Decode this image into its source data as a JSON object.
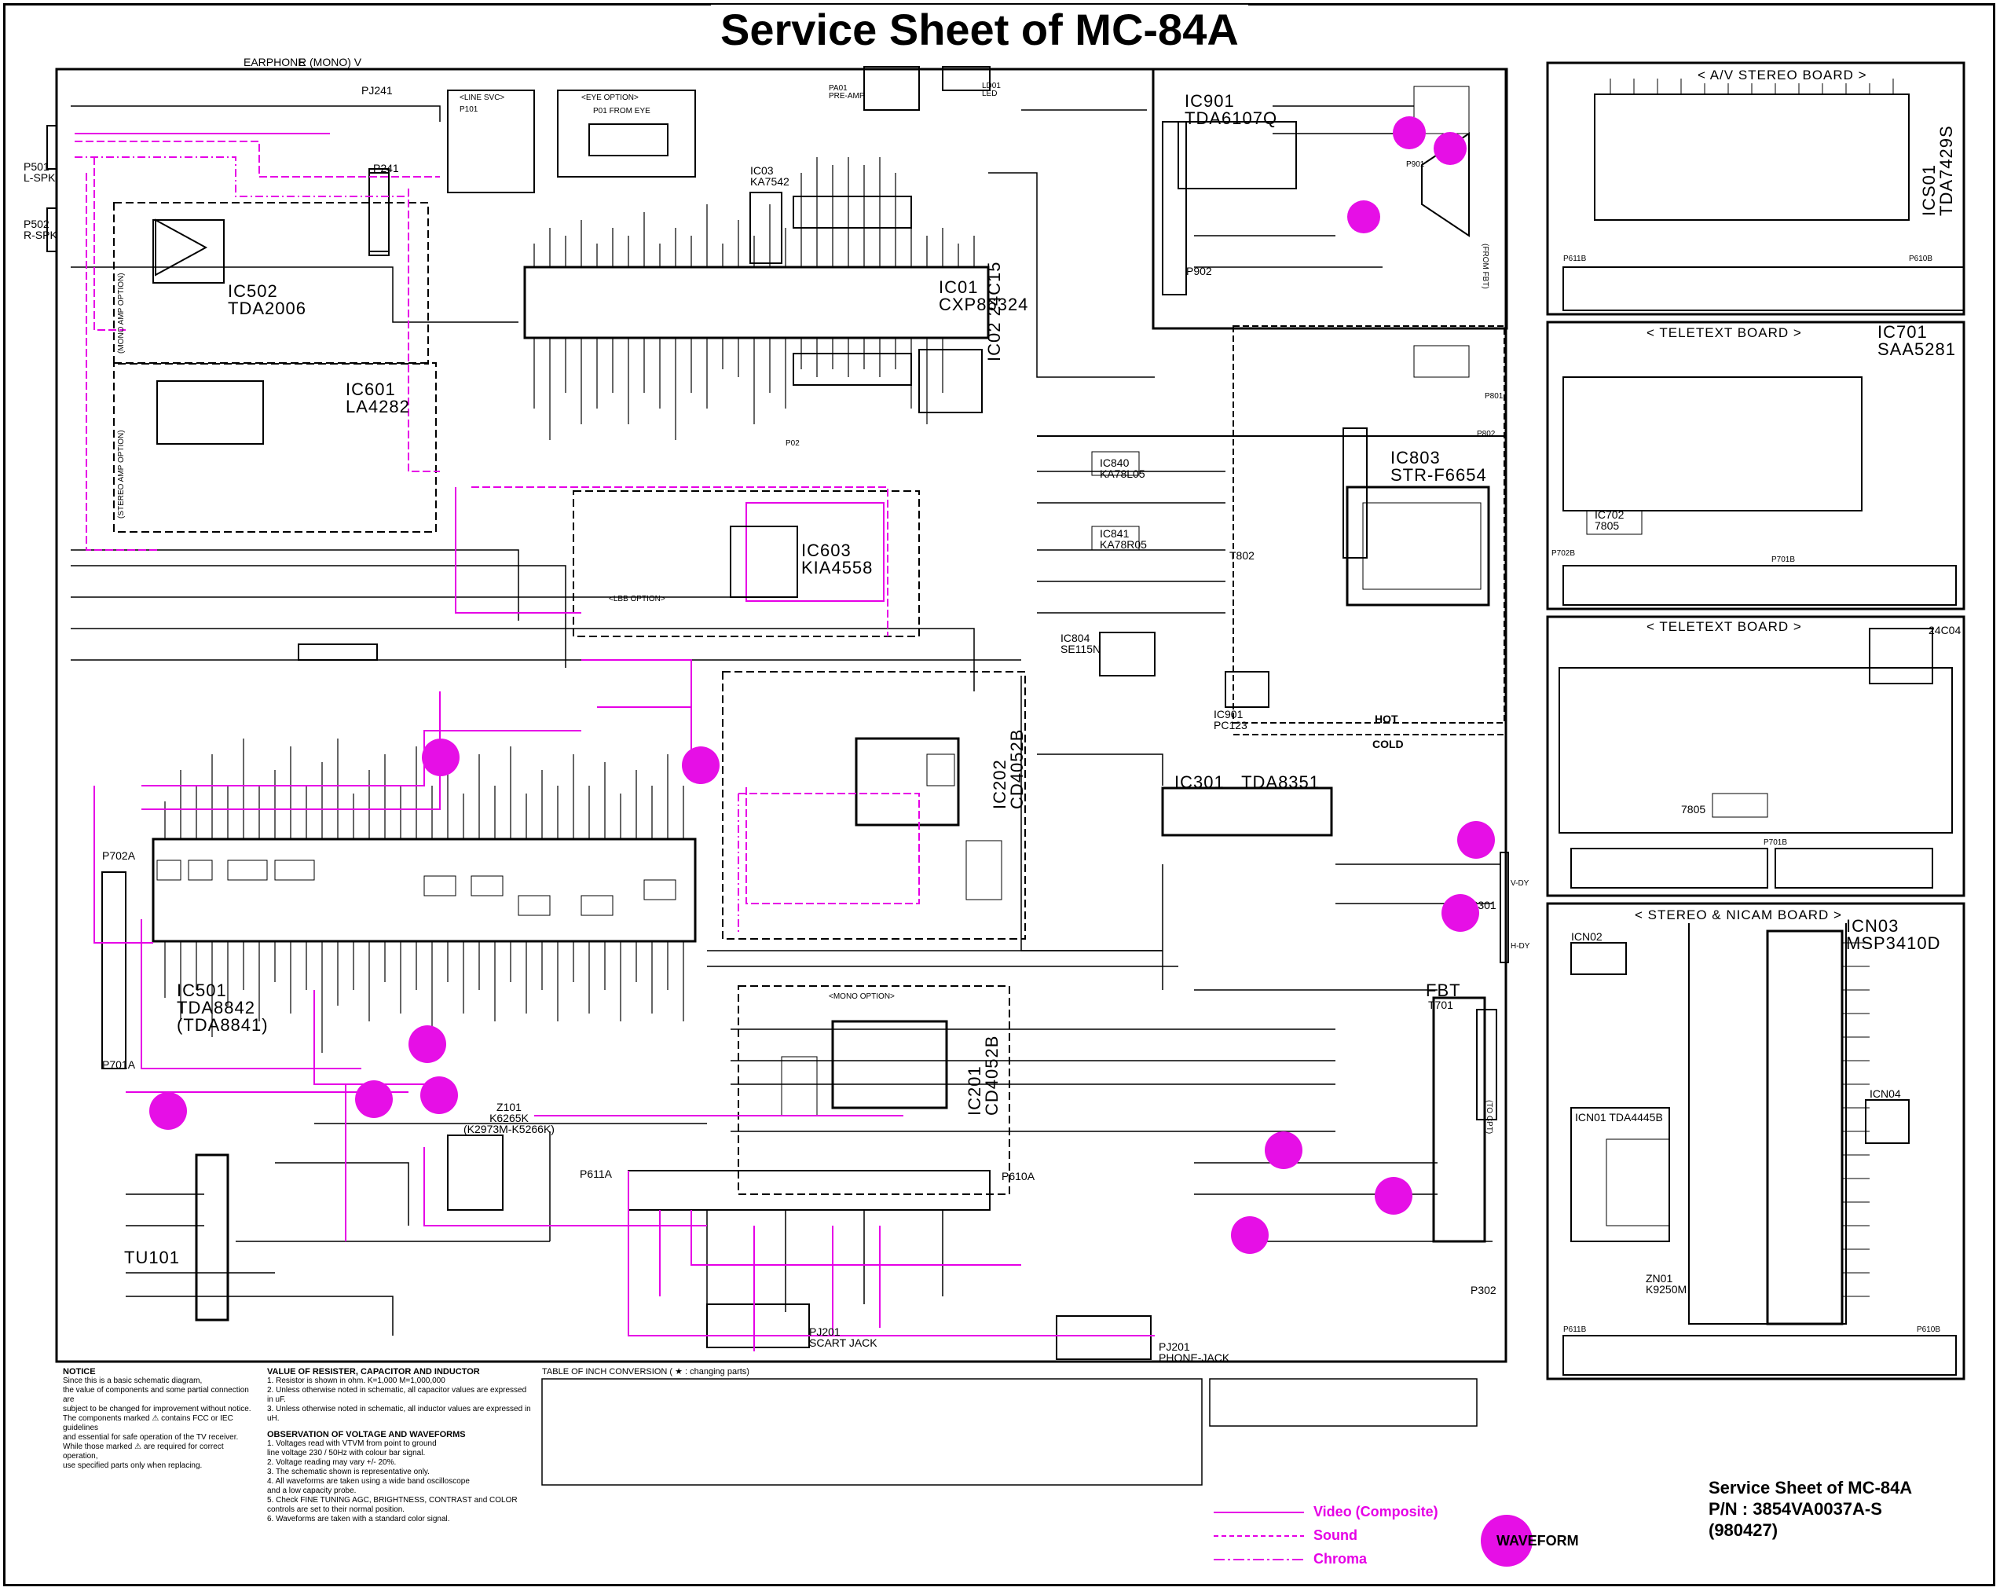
{
  "title": "Service Sheet of MC-84A",
  "footer": {
    "line1": "Service Sheet of MC-84A",
    "line2": "P/N : 3854VA0037A-S",
    "line3": "(980427)"
  },
  "legend": {
    "video": "Video (Composite)",
    "sound": "Sound",
    "chroma": "Chroma",
    "waveform": "WAVEFORM",
    "colors": {
      "signal": "#e600e6",
      "ink": "#000000"
    }
  },
  "boards": {
    "av": "< A/V STEREO BOARD >",
    "teletext1": "< TELETEXT BOARD >",
    "teletext2": "< TELETEXT BOARD >",
    "nicam": "< STEREO & NICAM BOARD >"
  },
  "ics": {
    "ic01": [
      "IC01",
      "CXP86324"
    ],
    "ic02": [
      "IC02",
      "24C15"
    ],
    "ic03": [
      "IC03",
      "KA7542"
    ],
    "ic501": [
      "IC501",
      "TDA8842",
      "(TDA8841)"
    ],
    "ic502": [
      "IC502",
      "TDA2006"
    ],
    "ic601": [
      "IC601",
      "LA4282"
    ],
    "ic603": [
      "IC603",
      "KIA4558"
    ],
    "ic202": [
      "IC202",
      "CD4052B"
    ],
    "ic201": [
      "IC201",
      "CD4052B"
    ],
    "ic301": [
      "IC301",
      "TDA8351"
    ],
    "ic803": [
      "IC803",
      "STR-F6654"
    ],
    "ic901": [
      "IC901",
      "TDA6107Q"
    ],
    "ics01": [
      "ICS01",
      "TDA7429S"
    ],
    "ic701": [
      "IC701",
      "SAA5281"
    ],
    "icn03": [
      "ICN03",
      "MSP3410D"
    ],
    "icn01": [
      "ICN01",
      "TDA4445B"
    ],
    "icn02": "ICN02",
    "icn04": "ICN04",
    "ic840": [
      "IC840",
      "KA78L05"
    ],
    "ic841": [
      "IC841",
      "KA78R05"
    ],
    "ic804": [
      "IC804",
      "SE115N"
    ],
    "ic901b": [
      "IC901",
      "PC123"
    ],
    "ic702": [
      "IC702",
      "7805"
    ],
    "t802": "T802",
    "fbt": "FBT",
    "t701": "T701",
    "z101": [
      "Z101",
      "K6265K",
      "(K2973M-K5266K)"
    ],
    "zn01": [
      "ZN01",
      "K9250M"
    ],
    "tu101": "TU101",
    "ic24c04": "24C04",
    "ic7805b": "7805"
  },
  "connectors": {
    "p501": "P501",
    "p502": "P502",
    "p501_spk": "L-SPK",
    "p502_spk": "R-SPK",
    "earphone": "EARPHONE",
    "mono": "R (MONO) V",
    "pj241": "PJ241",
    "p241": "P241",
    "p101": "P101",
    "line_svc": "<LINE SVC>",
    "eye_option": "<EYE OPTION>",
    "p01_from_eye": "P01 FROM EYE",
    "pa01": [
      "PA01",
      "PRE-AMP"
    ],
    "ld01": [
      "LD01",
      "LED"
    ],
    "p02": "P02",
    "mono_amp_option": "(MONO AMP OPTION)",
    "stereo_amp_option": "(STEREO AMP OPTION)",
    "lbb_option": "<LBB OPTION>",
    "mono_option": "<MONO OPTION>",
    "p902": "P902",
    "p901": "P901",
    "from_fbt": "(FROM FBT)",
    "p801": "P801",
    "p802": "P802",
    "p702a": "P702A",
    "p701a": "P701A",
    "p611a": "P611A",
    "p610a": "P610A",
    "pj201": [
      "PJ201",
      "PHONE-JACK"
    ],
    "pj202": [
      "PJ201",
      "SCART JACK"
    ],
    "p301": "P301",
    "p302": "P302",
    "vdy": "V-DY",
    "hdy": "H-DY",
    "to_cpt": "(TO CPT)",
    "hot": "HOT",
    "cold": "COLD",
    "p611b_1": "P611B",
    "p610b_1": "P610B",
    "p702b": "P702B",
    "p701b": "P701B",
    "p701b_2": "P701B",
    "p611b_2": "P611B",
    "p610b_2": "P610B"
  },
  "notes": {
    "heading": "NOTICE",
    "lines": [
      "Since this is a basic schematic diagram,",
      "the value of components and some partial connection are",
      "subject to be changed for improvement without notice.",
      "",
      "The components marked ⚠ contains FCC or IEC guidelines",
      "and essential for safe operation of the TV receiver.",
      "While those marked ⚠ are required for correct operation,",
      "use specified parts only when replacing."
    ],
    "value_heading": "VALUE OF RESISTER, CAPACITOR AND INDUCTOR",
    "value_lines": [
      "1. Resistor is shown in ohm.  K=1,000  M=1,000,000",
      "2. Unless otherwise noted in schematic, all capacitor values are expressed in uF.",
      "3. Unless otherwise noted in schematic, all inductor values are expressed in uH."
    ],
    "obs_heading": "OBSERVATION OF VOLTAGE AND WAVEFORMS",
    "obs_lines": [
      "1. Voltages read with VTVM from point to ground",
      "   line voltage 230 / 50Hz with colour bar signal.",
      "2. Voltage reading may vary +/- 20%.",
      "3. The schematic shown is representative only.",
      "4. All waveforms are taken using a wide band oscilloscope",
      "   and a low capacity probe.",
      "5. Check FINE TUNING AGC, BRIGHTNESS, CONTRAST and COLOR",
      "   controls are set to their normal position.",
      "6. Waveforms are taken with a standard color signal."
    ],
    "table_title": "TABLE OF INCH CONVERSION ( ★ : changing parts)"
  }
}
